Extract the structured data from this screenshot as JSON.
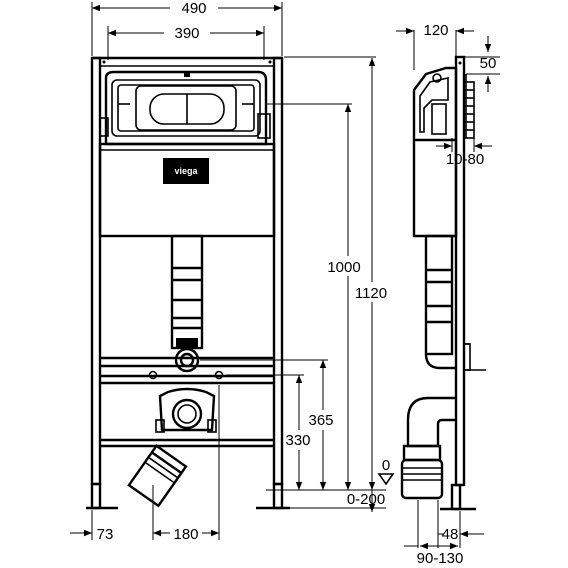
{
  "brand": {
    "logo_text": "viega"
  },
  "dimensions": {
    "frame_width": "490",
    "fixing_spacing": "390",
    "side_depth": "120",
    "side_offset": "50",
    "wall_adjust": "10-80",
    "flush_height": "1000",
    "total_height": "1120",
    "outlet_height": "365",
    "feed_height": "330",
    "zero_mark": "0",
    "floor_adjust": "0-200",
    "foot_offset": "73",
    "outlet_spacing": "180",
    "foot_depth": "48",
    "outlet_depth": "90-130"
  }
}
